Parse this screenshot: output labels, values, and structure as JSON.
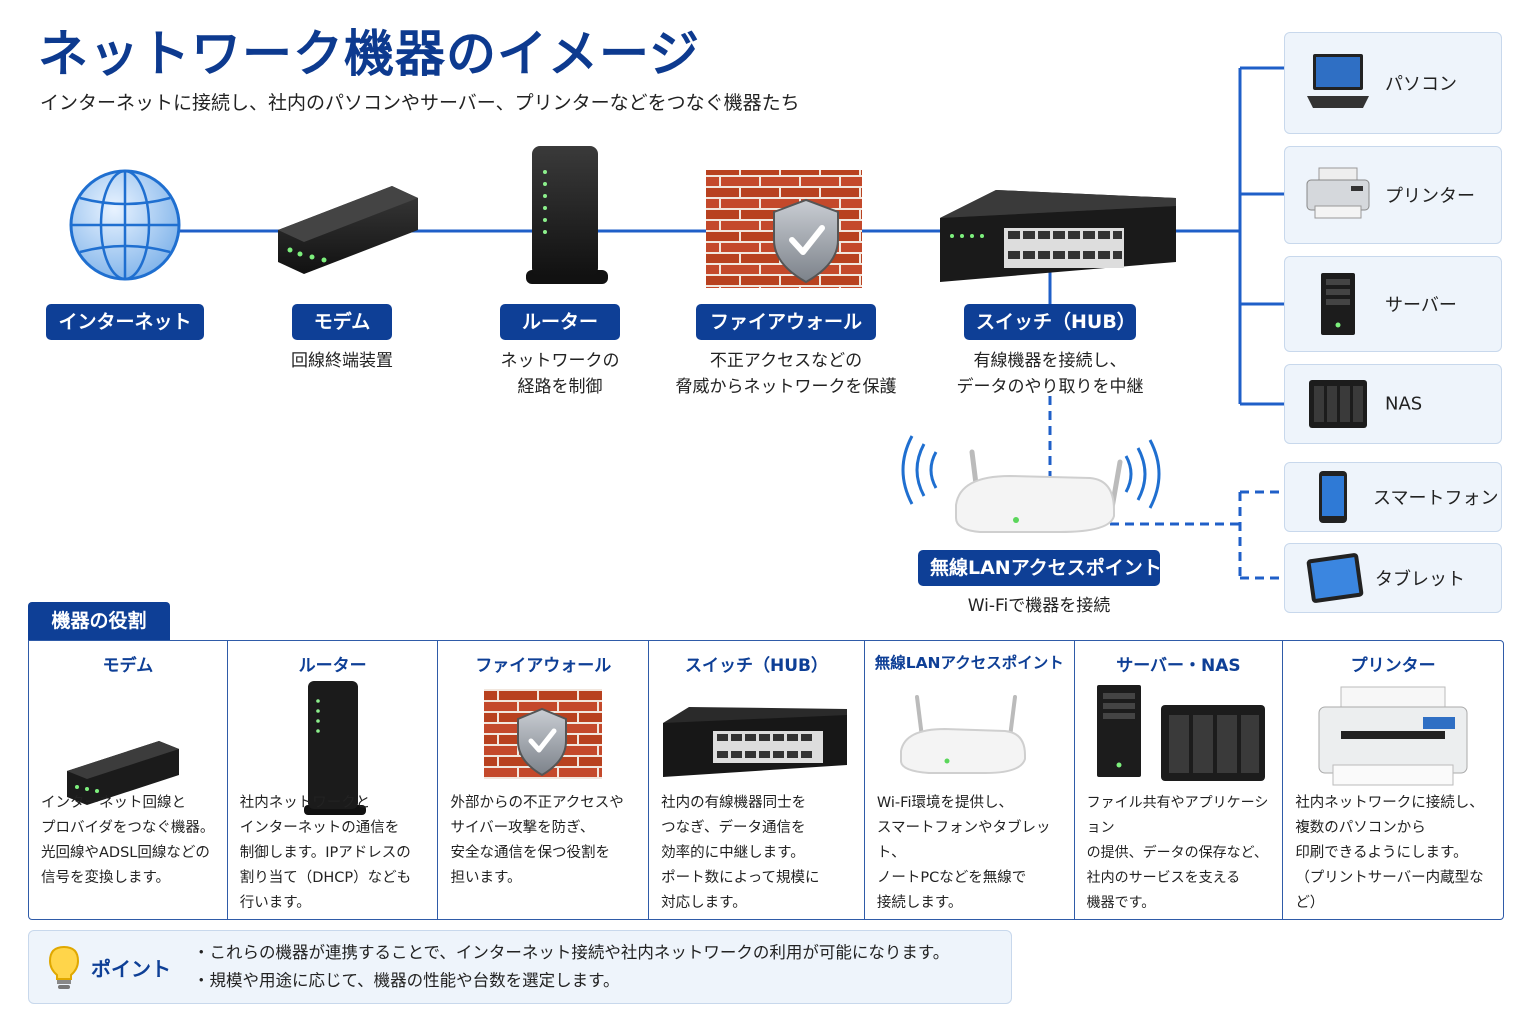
{
  "header": {
    "title": "ネットワーク機器のイメージ",
    "subtitle": "インターネットに接続し、社内のパソコンやサーバー、プリンターなどをつなぐ機器たち"
  },
  "diagram": {
    "nodes": [
      {
        "id": "internet",
        "label": "インターネット",
        "caption": "",
        "icon": "globe-icon"
      },
      {
        "id": "modem",
        "label": "モデム",
        "caption": "回線終端装置",
        "icon": "modem-icon"
      },
      {
        "id": "router",
        "label": "ルーター",
        "caption_lines": [
          "ネットワークの",
          "経路を制御"
        ],
        "icon": "router-icon"
      },
      {
        "id": "firewall",
        "label": "ファイアウォール",
        "caption_lines": [
          "不正アクセスなどの",
          "脅威からネットワークを保護"
        ],
        "icon": "firewall-icon"
      },
      {
        "id": "switch",
        "label": "スイッチ（HUB）",
        "caption_lines": [
          "有線機器を接続し、",
          "データのやり取りを中継"
        ],
        "icon": "switch-icon"
      },
      {
        "id": "wap",
        "label": "無線LANアクセスポイント",
        "caption": "Wi-Fiで機器を接続",
        "icon": "access-point-icon"
      }
    ],
    "wired_devices": [
      {
        "label": "パソコン",
        "icon": "laptop-icon"
      },
      {
        "label": "プリンター",
        "icon": "printer-icon"
      },
      {
        "label": "サーバー",
        "icon": "server-icon"
      },
      {
        "label": "NAS",
        "icon": "nas-icon"
      }
    ],
    "wireless_devices": [
      {
        "label": "スマートフォン",
        "icon": "smartphone-icon"
      },
      {
        "label": "タブレット",
        "icon": "tablet-icon"
      }
    ]
  },
  "roles": {
    "tab_label": "機器の役割",
    "columns": [
      {
        "title": "モデム",
        "icon": "modem-icon",
        "desc": [
          "インターネット回線と",
          "プロバイダをつなぐ機器。",
          "光回線やADSL回線などの",
          "信号を変換します。"
        ]
      },
      {
        "title": "ルーター",
        "icon": "router-icon",
        "desc": [
          "社内ネットワークと",
          "インターネットの通信を",
          "制御します。IPアドレスの",
          "割り当て（DHCP）なども",
          "行います。"
        ]
      },
      {
        "title": "ファイアウォール",
        "icon": "firewall-icon",
        "desc": [
          "外部からの不正アクセスや",
          "サイバー攻撃を防ぎ、",
          "安全な通信を保つ役割を",
          "担います。"
        ]
      },
      {
        "title": "スイッチ（HUB）",
        "icon": "switch-icon",
        "desc": [
          "社内の有線機器同士を",
          "つなぎ、データ通信を",
          "効率的に中継します。",
          "ポート数によって規模に",
          "対応します。"
        ]
      },
      {
        "title": "無線LANアクセスポイント",
        "icon": "access-point-icon",
        "desc": [
          "Wi-Fi環境を提供し、",
          "スマートフォンやタブレット、",
          "ノートPCなどを無線で",
          "接続します。"
        ]
      },
      {
        "title": "サーバー・NAS",
        "icon": "server-icon",
        "desc": [
          "ファイル共有やアプリケーション",
          "の提供、データの保存など、",
          "社内のサービスを支える",
          "機器です。"
        ]
      },
      {
        "title": "プリンター",
        "icon": "printer-icon",
        "desc": [
          "社内ネットワークに接続し、",
          "複数のパソコンから",
          "印刷できるようにします。",
          "（プリントサーバー内蔵型など）"
        ]
      }
    ]
  },
  "point": {
    "label": "ポイント",
    "icon": "lightbulb-icon",
    "bullets": [
      "これらの機器が連携することで、インターネット接続や社内ネットワークの利用が可能になります。",
      "規模や用途に応じて、機器の性能や台数を選定します。"
    ]
  },
  "colors": {
    "primary": "#0e3f96",
    "line": "#1f5fc8",
    "panel_bg": "#eef4fb",
    "brick": "#c0482a"
  }
}
